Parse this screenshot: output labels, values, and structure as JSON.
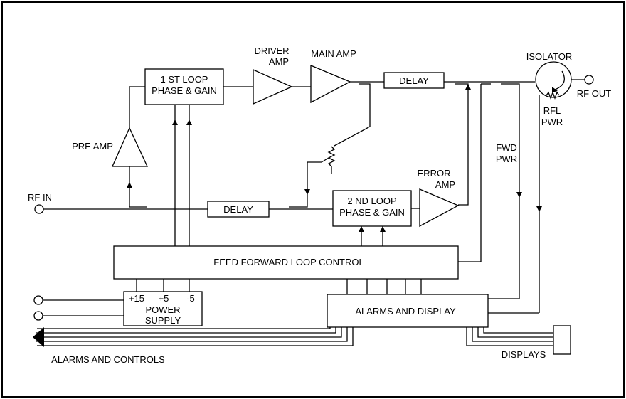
{
  "blocks": {
    "first_loop_l1": "1 ST  LOOP",
    "first_loop_l2": "PHASE & GAIN",
    "second_loop_l1": "2 ND LOOP",
    "second_loop_l2": "PHASE & GAIN",
    "delay_top": "DELAY",
    "delay_bottom": "DELAY",
    "ff_control": "FEED FORWARD LOOP CONTROL",
    "alarms_display": "ALARMS AND DISPLAY",
    "power_l1": "POWER",
    "power_l2": "SUPPLY",
    "v_p15": "+15",
    "v_p5": "+5",
    "v_m5": "-5"
  },
  "labels": {
    "driver_l1": "DRIVER",
    "driver_l2": "AMP",
    "main_amp": "MAIN AMP",
    "isolator": "ISOLATOR",
    "rf_out": "RF OUT",
    "rfl_l1": "RFL",
    "rfl_l2": "PWR",
    "fwd_l1": "FWD",
    "fwd_l2": "PWR",
    "pre_amp": "PRE AMP",
    "error_l1": "ERROR",
    "error_l2": "AMP",
    "rf_in": "RF IN",
    "alarms_controls": "ALARMS AND CONTROLS",
    "displays": "DISPLAYS"
  }
}
